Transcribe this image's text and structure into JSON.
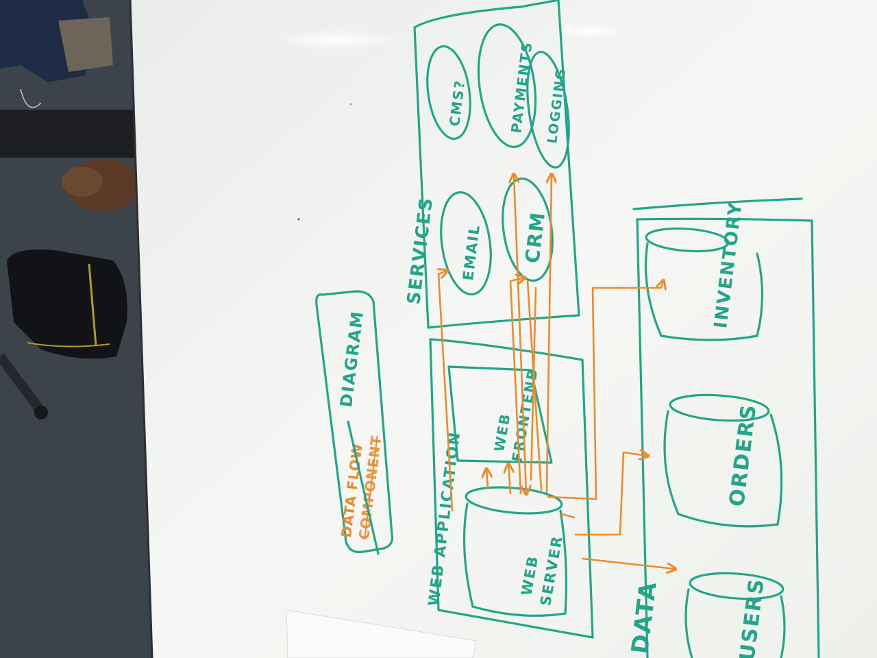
{
  "whiteboard": {
    "title_line1": "DATA FLOW",
    "title_struck_word": "COMPONENT",
    "title_line2": "DIAGRAM",
    "services": {
      "label": "SERVICES",
      "items": [
        "CMS?",
        "PAYMENTS",
        "LOGGING",
        "EMAIL",
        "CRM"
      ]
    },
    "web_application": {
      "label": "WEB APPLICATION",
      "frontend_line1": "WEB",
      "frontend_line2": "FRONTEND",
      "server_line1": "WEB",
      "server_line2": "SERVER"
    },
    "data": {
      "label": "DATA",
      "stores": [
        "INVENTORY",
        "ORDERS",
        "USERS"
      ]
    }
  },
  "colors": {
    "marker_green": "#23a58a",
    "marker_orange": "#ec8a2c",
    "board": "#f4f5f2",
    "carpet": "#3a4048"
  }
}
